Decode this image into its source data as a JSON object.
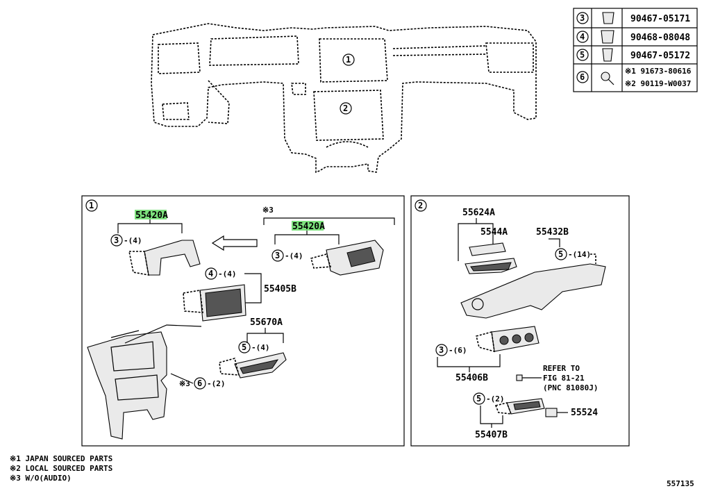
{
  "legend": [
    {
      "num": "3",
      "part": "90467-05171",
      "icon": "clip-icon"
    },
    {
      "num": "4",
      "part": "90468-08048",
      "icon": "clip-icon"
    },
    {
      "num": "5",
      "part": "90467-05172",
      "icon": "clip-icon"
    },
    {
      "num": "6",
      "part_1": "※1 91673-80616",
      "part_2": "※2 90119-W0037",
      "icon": "screw-icon"
    }
  ],
  "overview": {
    "area_1": "1",
    "area_2": "2"
  },
  "panel1": {
    "tag": "1",
    "left_part": "55420A",
    "left_clip": "3",
    "left_qty": "-(4)",
    "note": "※3",
    "right_part": "55420A",
    "right_clip": "3",
    "right_qty": "-(4)",
    "bezel_part": "55405B",
    "bezel_clip": "4",
    "bezel_qty": "-(4)",
    "box_part": "55670A",
    "box_clip": "5",
    "box_qty": "-(4)",
    "screw_note": "※3",
    "screw_num": "6",
    "screw_qty": "-(2)"
  },
  "panel2": {
    "tag": "2",
    "part_a": "55624A",
    "part_b": "5544A",
    "part_c": "55432B",
    "c_clip": "5",
    "c_qty": "-(14)",
    "d_clip": "3",
    "d_qty": "-(6)",
    "part_d": "55406B",
    "refer_1": "REFER TO",
    "refer_2": "FIG 81-21",
    "refer_3": "(PNC 81080J)",
    "e_clip": "5",
    "e_qty": "-(2)",
    "part_e": "55524",
    "part_f": "55407B"
  },
  "footnotes": [
    "※1 JAPAN SOURCED PARTS",
    "※2 LOCAL SOURCED PARTS",
    "※3 W/O(AUDIO)"
  ],
  "figure_id": "557135",
  "colors": {
    "highlight": "#7de27d",
    "line": "#000000"
  }
}
